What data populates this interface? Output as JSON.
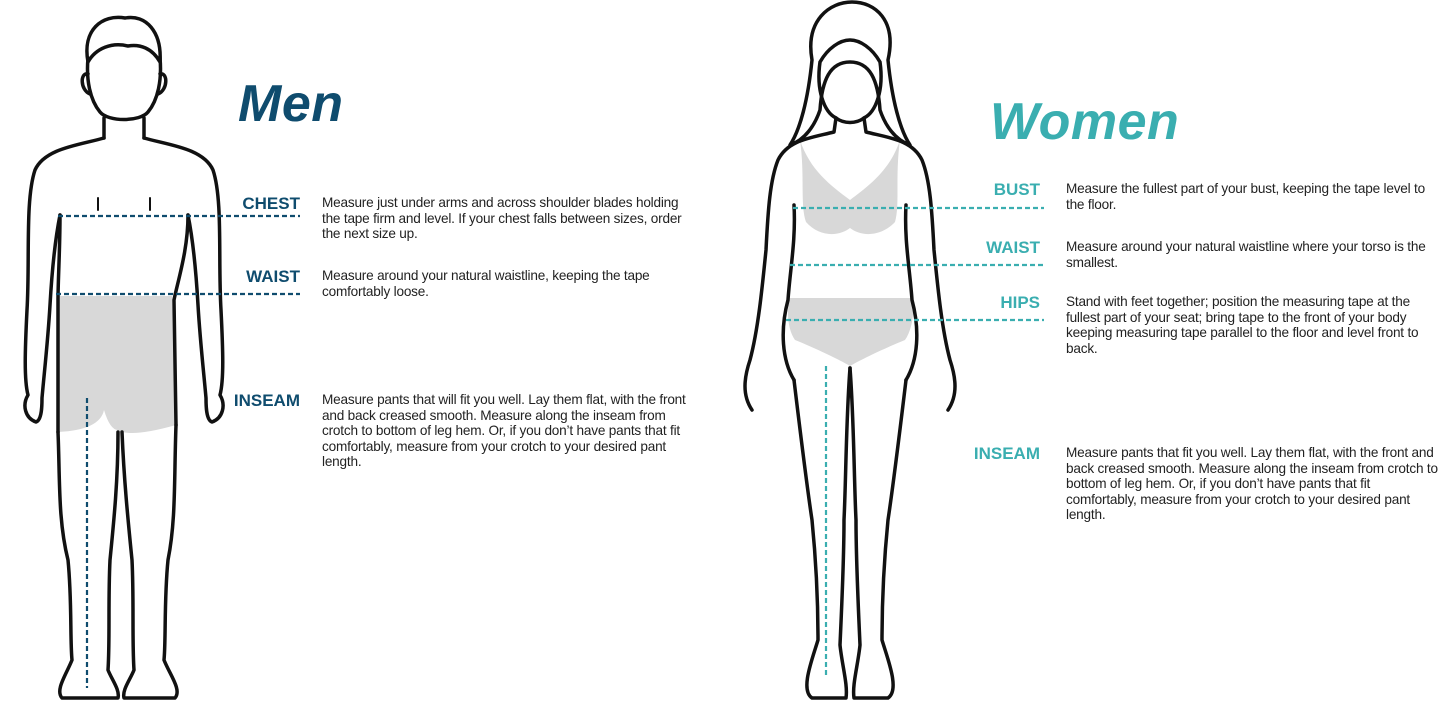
{
  "colors": {
    "men": "#0f4c6e",
    "women": "#3aaeb0",
    "outline": "#111111",
    "fill": "#d8d8d8"
  },
  "men": {
    "title": "Men",
    "measures": [
      {
        "label": "CHEST",
        "desc": "Measure just under arms and across shoulder blades holding the tape firm and level. If your chest falls between sizes, order the next size up."
      },
      {
        "label": "WAIST",
        "desc": "Measure around your natural waistline, keeping the tape comfortably loose."
      },
      {
        "label": "INSEAM",
        "desc": "Measure pants that will fit you well. Lay them flat, with the front and back creased smooth. Measure along the inseam from crotch to bottom of leg hem. Or, if you don’t have pants that fit comfortably, measure from your crotch to your desired pant length."
      }
    ]
  },
  "women": {
    "title": "Women",
    "measures": [
      {
        "label": "BUST",
        "desc": "Measure the fullest part of your bust, keeping the tape level to the floor."
      },
      {
        "label": "WAIST",
        "desc": "Measure around your natural waistline where your torso is the smallest."
      },
      {
        "label": "HIPS",
        "desc": "Stand with feet together; position the measuring tape at the fullest part of your seat; bring tape to the front of your body keeping measuring tape parallel to the floor and level front to back."
      },
      {
        "label": "INSEAM",
        "desc": "Measure pants that fit you well. Lay them flat, with the front and back creased smooth. Measure along the inseam from crotch to bottom of leg hem. Or, if you don’t have pants that fit comfortably, measure from your crotch to your desired pant length."
      }
    ]
  }
}
